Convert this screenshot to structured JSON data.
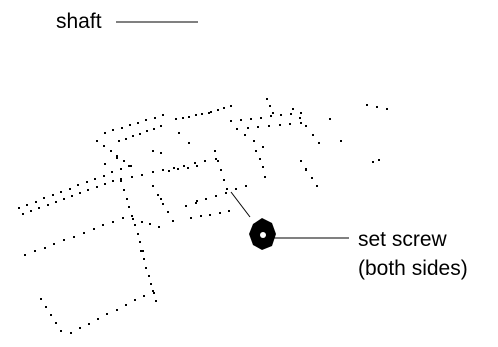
{
  "labels": {
    "shaft": "shaft",
    "set_screw_line1": "set screw",
    "set_screw_line2": "(both sides)"
  },
  "colors": {
    "ink": "#000000",
    "background": "#ffffff"
  }
}
